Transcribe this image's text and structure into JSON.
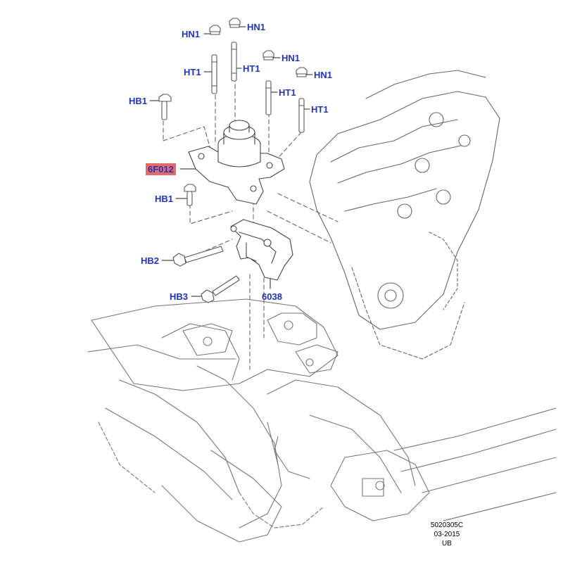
{
  "callouts": {
    "hn1_a": "HN1",
    "hn1_b": "HN1",
    "hn1_c": "HN1",
    "hn1_d": "HN1",
    "ht1_a": "HT1",
    "ht1_b": "HT1",
    "ht1_c": "HT1",
    "ht1_d": "HT1",
    "hb1_a": "HB1",
    "hb1_b": "HB1",
    "hb2": "HB2",
    "hb3": "HB3",
    "part_6f012": "6F012",
    "part_6038": "6038"
  },
  "footer": {
    "ref": "5020305C",
    "date": "03-2015",
    "code": "UB"
  },
  "colors": {
    "callout_text": "#2233bb",
    "highlight": "#e26a6a",
    "line_art": "#555555"
  }
}
